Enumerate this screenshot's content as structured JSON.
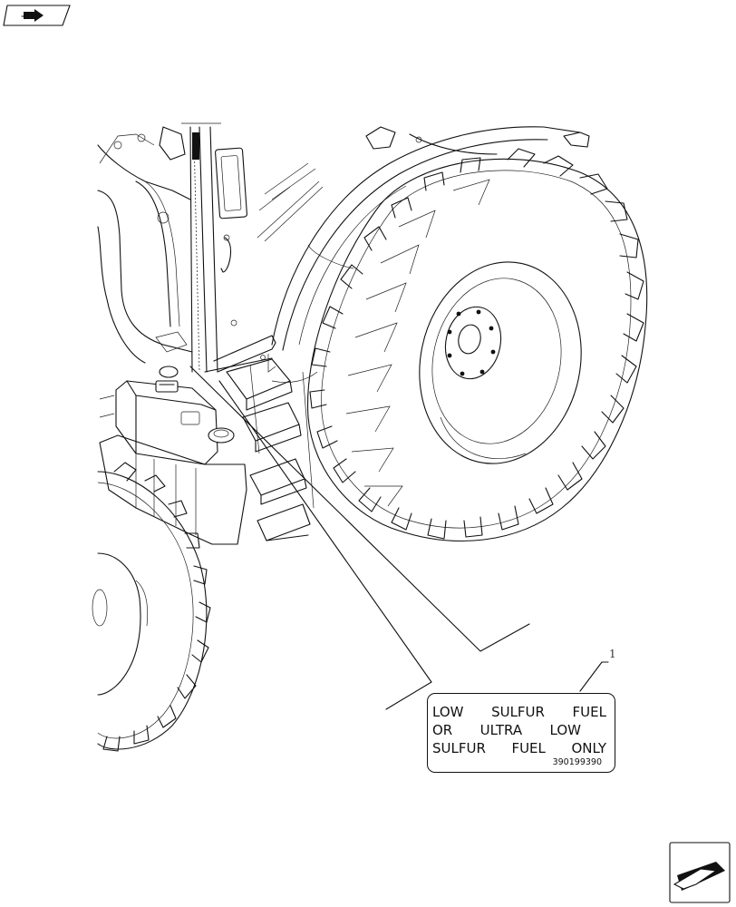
{
  "callout": {
    "number": "1"
  },
  "decal": {
    "line1": [
      "LOW",
      "SULFUR",
      "FUEL"
    ],
    "line2": [
      "OR",
      "ULTRA",
      "LOW"
    ],
    "line3": [
      "SULFUR",
      "FUEL",
      "ONLY"
    ],
    "part_number": "390199390"
  },
  "icons": {
    "top_left": "book-arrow-icon",
    "bottom_right": "arrow-next-icon"
  }
}
